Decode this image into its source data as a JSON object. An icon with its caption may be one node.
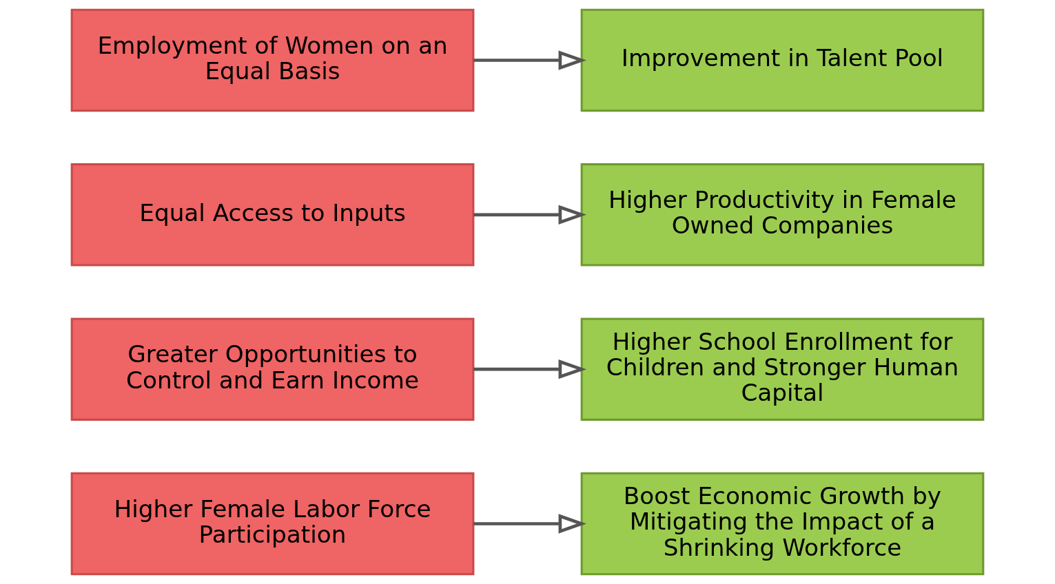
{
  "diagram": {
    "nodes": [
      {
        "text": [
          "Higher Female Labor Force Participation"
        ]
      },
      {
        "text": [
          "Boost Economic Growth by Mitigating the Impact of a Shrinking Workforce"
        ]
      },
      {
        "text": [
          "Greater Opportunities to Control and Earn Income"
        ]
      },
      {
        "text": [
          "Higher School Enrollment for Children and Stronger Human Capital"
        ]
      },
      {
        "text": [
          "Equal Access to Inputs"
        ]
      },
      {
        "text": [
          "Higher Productivity in Female Owned Companies"
        ]
      },
      {
        "text": [
          "Employment of Women on an Equal Basis"
        ]
      },
      {
        "text": [
          "Improvement in Talent Pool"
        ]
      }
    ],
    "edges": [
      {
        "from": 0,
        "to": 1,
        "arrow": "to"
      },
      {
        "from": 2,
        "to": 3,
        "arrow": "to"
      },
      {
        "from": 4,
        "to": 5,
        "arrow": "to"
      },
      {
        "from": 6,
        "to": 7,
        "arrow": "to"
      }
    ]
  }
}
